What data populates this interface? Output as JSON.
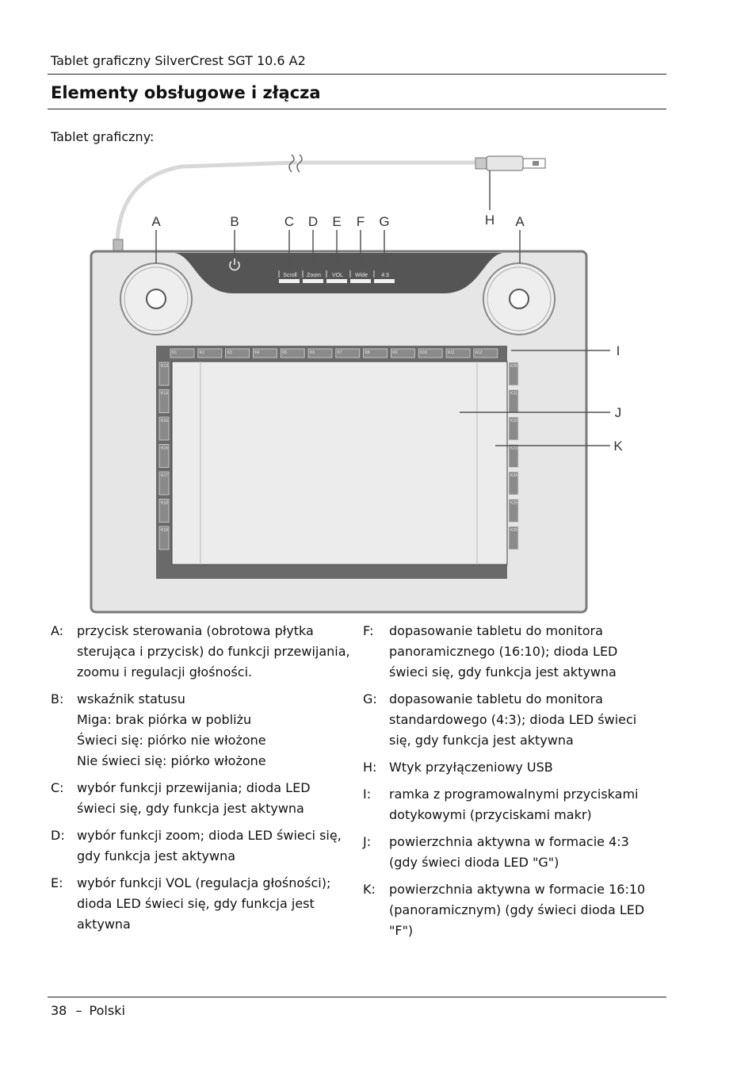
{
  "header": {
    "running_title": "Tablet graficzny SilverCrest SGT 10.6 A2"
  },
  "section": {
    "title": "Elementy obsługowe i złącza"
  },
  "intro": "Tablet graficzny:",
  "figure": {
    "callouts": {
      "A": "A",
      "B": "B",
      "C": "C",
      "D": "D",
      "E": "E",
      "F": "F",
      "G": "G",
      "H": "H",
      "I": "I",
      "J": "J",
      "K": "K"
    },
    "button_labels": [
      "Scroll",
      "Zoom",
      "VOL",
      "Wide",
      "4:3"
    ],
    "top_keys": [
      "K1",
      "K2",
      "K3",
      "K4",
      "K5",
      "K6",
      "K7",
      "K8",
      "K9",
      "K10",
      "K11",
      "K12"
    ],
    "left_keys": [
      "K13",
      "K14",
      "K15",
      "K16",
      "K17",
      "K18",
      "K19"
    ],
    "right_keys": [
      "K20",
      "K21",
      "K22",
      "K23",
      "K24",
      "K25",
      "K26"
    ]
  },
  "legend": {
    "left": [
      {
        "key": "A:",
        "lines": [
          "przycisk sterowania (obrotowa płytka",
          "sterująca i przycisk) do funkcji przewijania,",
          "zoomu i regulacji głośności."
        ]
      },
      {
        "key": "B:",
        "lines": [
          "wskaźnik statusu",
          "Miga: brak piórka w pobliżu",
          "Świeci się: piórko nie włożone",
          "Nie świeci się: piórko włożone"
        ]
      },
      {
        "key": "C:",
        "lines": [
          "wybór funkcji przewijania; dioda LED",
          "świeci się, gdy funkcja jest aktywna"
        ]
      },
      {
        "key": "D:",
        "lines": [
          "wybór funkcji zoom; dioda LED świeci się,",
          "gdy funkcja jest aktywna"
        ]
      },
      {
        "key": "E:",
        "lines": [
          "wybór funkcji VOL (regulacja głośności);",
          "dioda LED świeci się, gdy funkcja jest",
          "aktywna"
        ]
      }
    ],
    "right": [
      {
        "key": "F:",
        "lines": [
          "dopasowanie tabletu do monitora",
          "panoramicznego (16:10); dioda LED",
          "świeci się, gdy funkcja jest aktywna"
        ]
      },
      {
        "key": "G:",
        "lines": [
          "dopasowanie tabletu do monitora",
          "standardowego (4:3); dioda LED świeci",
          "się, gdy funkcja jest aktywna"
        ]
      },
      {
        "key": "H:",
        "lines": [
          "Wtyk przyłączeniowy USB"
        ]
      },
      {
        "key": "I:",
        "lines": [
          "ramka z programowalnymi przyciskami",
          "dotykowymi (przyciskami makr)"
        ]
      },
      {
        "key": "J:",
        "lines": [
          "powierzchnia aktywna w formacie 4:3",
          "(gdy świeci dioda LED \"G\")"
        ]
      },
      {
        "key": "K:",
        "lines": [
          "powierzchnia aktywna w formacie 16:10",
          "(panoramicznym) (gdy świeci dioda LED",
          "\"F\")"
        ]
      }
    ]
  },
  "footer": {
    "page_number": "38",
    "separator": "–",
    "language": "Polski"
  }
}
